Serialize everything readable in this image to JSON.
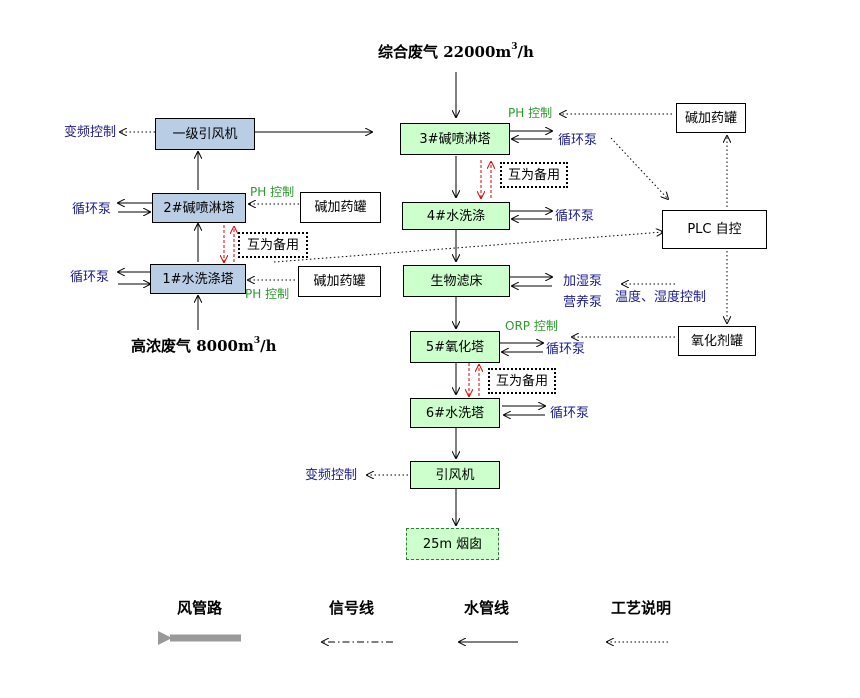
{
  "flows": {
    "main_prefix": "综合废气 22000m",
    "main_sup": "3",
    "main_suffix": "/h",
    "high_prefix": "高浓废气 8000m",
    "high_sup": "3",
    "high_suffix": "/h"
  },
  "left": {
    "fan1": "一级引风机",
    "tower2": "2#碱喷淋塔",
    "tower1": "1#水洗涤塔",
    "alkali_tank_a": "碱加药罐",
    "alkali_tank_b": "碱加药罐",
    "vfd": "变频控制",
    "pump_a": "循环泵",
    "pump_b": "循环泵",
    "ph_a": "PH 控制",
    "ph_b": "PH 控制",
    "standby": "互为备用"
  },
  "right": {
    "tower3": "3#碱喷淋塔",
    "tower4": "4#水洗涤",
    "biofilter": "生物滤床",
    "tower5": "5#氧化塔",
    "tower6": "6#水洗塔",
    "fan": "引风机",
    "chimney": "25m 烟囱",
    "alkali_tank": "碱加药罐",
    "plc": "PLC 自控",
    "oxidant_tank": "氧化剂罐",
    "ph": "PH 控制",
    "orp": "ORP 控制",
    "pump3": "循环泵",
    "pump4": "循环泵",
    "humid_pump": "加湿泵",
    "nutrient_pump": "营养泵",
    "temp_humid": "温度、湿度控制",
    "pump5": "循环泵",
    "pump6": "循环泵",
    "vfd": "变频控制",
    "standby_a": "互为备用",
    "standby_b": "互为备用"
  },
  "legend": {
    "air_duct": "风管路",
    "signal": "信号线",
    "water": "水管线",
    "process": "工艺说明"
  },
  "colors": {
    "equipment_fill": "#ccffcc",
    "left_equipment_fill": "#b9cde5",
    "label_blue": "#1b1b8f",
    "control_green": "#2e9a2e",
    "standby_red": "#e00000",
    "duct_gray": "#999999"
  }
}
